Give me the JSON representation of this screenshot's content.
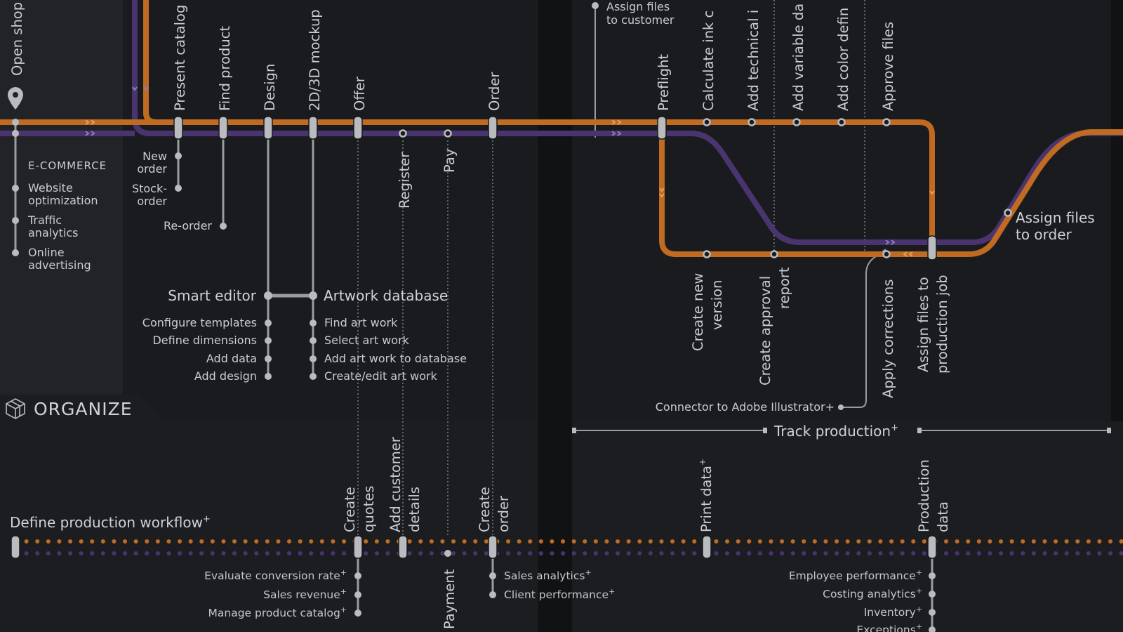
{
  "colors": {
    "background": "#111214",
    "panel_left": "#222327",
    "panel_mid": "#1a1b1e",
    "panel_bottom": "#1c1d20",
    "orange_line": "#c06a22",
    "purple_line": "#4a3470",
    "connector": "#9a9ca0",
    "station": "#b9bbbf"
  },
  "sections": {
    "ecommerce": {
      "open_shop": "Open shop",
      "title": "E-COMMERCE",
      "items": [
        "Website optimization",
        "Traffic analytics",
        "Online advertising"
      ],
      "icon": "map-pin-icon"
    },
    "organize": {
      "title": "ORGANIZE",
      "icon": "cube-icon"
    },
    "define_workflow": "Define production workflow",
    "track_production": "Track production",
    "superscript": "+"
  },
  "stations_top": {
    "present_catalog": "Present catalog",
    "find_product": "Find product",
    "design": "Design",
    "mockup": "2D/3D mockup",
    "offer": "Offer",
    "register": "Register",
    "pay": "Pay",
    "order": "Order",
    "assign_to_customer": [
      "Assign files",
      "to customer"
    ],
    "preflight": "Preflight",
    "calc_ink": "Calculate ink c",
    "add_technical": "Add technical i",
    "add_variable": "Add variable da",
    "add_color": "Add color defin",
    "approve_files": "Approve files",
    "assign_to_order": [
      "Assign files",
      "to order"
    ]
  },
  "branches": {
    "new_order": [
      "New",
      "order"
    ],
    "stock_order": [
      "Stock-",
      "order"
    ],
    "reorder": "Re-order",
    "smart_editor": {
      "title": "Smart editor",
      "items": [
        "Configure templates",
        "Define dimensions",
        "Add data",
        "Add design"
      ]
    },
    "artwork_database": {
      "title": "Artwork database",
      "items": [
        "Find art work",
        "Select art work",
        "Add art work to database",
        "Create/edit art work"
      ]
    }
  },
  "stations_loop": {
    "create_new_version": [
      "Create new",
      "version"
    ],
    "create_approval_report": [
      "Create approval",
      "report"
    ],
    "apply_corrections": "Apply corrections",
    "assign_to_job": [
      "Assign files to",
      "production job"
    ],
    "connector_illustrator": "Connector to Adobe Illustrator+"
  },
  "stations_bottom": {
    "create_quotes": [
      "Create",
      "quotes"
    ],
    "add_customer_details": [
      "Add customer",
      "details"
    ],
    "payment": "Payment",
    "create_order": [
      "Create",
      "order"
    ],
    "print_data": "Print data",
    "production_data": [
      "Production",
      "data"
    ]
  },
  "analytics": {
    "quotes": [
      "Evaluate conversion rate",
      "Sales revenue",
      "Manage product catalog"
    ],
    "order": [
      "Sales analytics",
      "Client performance"
    ],
    "production": [
      "Employee performance",
      "Costing analytics",
      "Inventory",
      "Exceptions"
    ]
  }
}
